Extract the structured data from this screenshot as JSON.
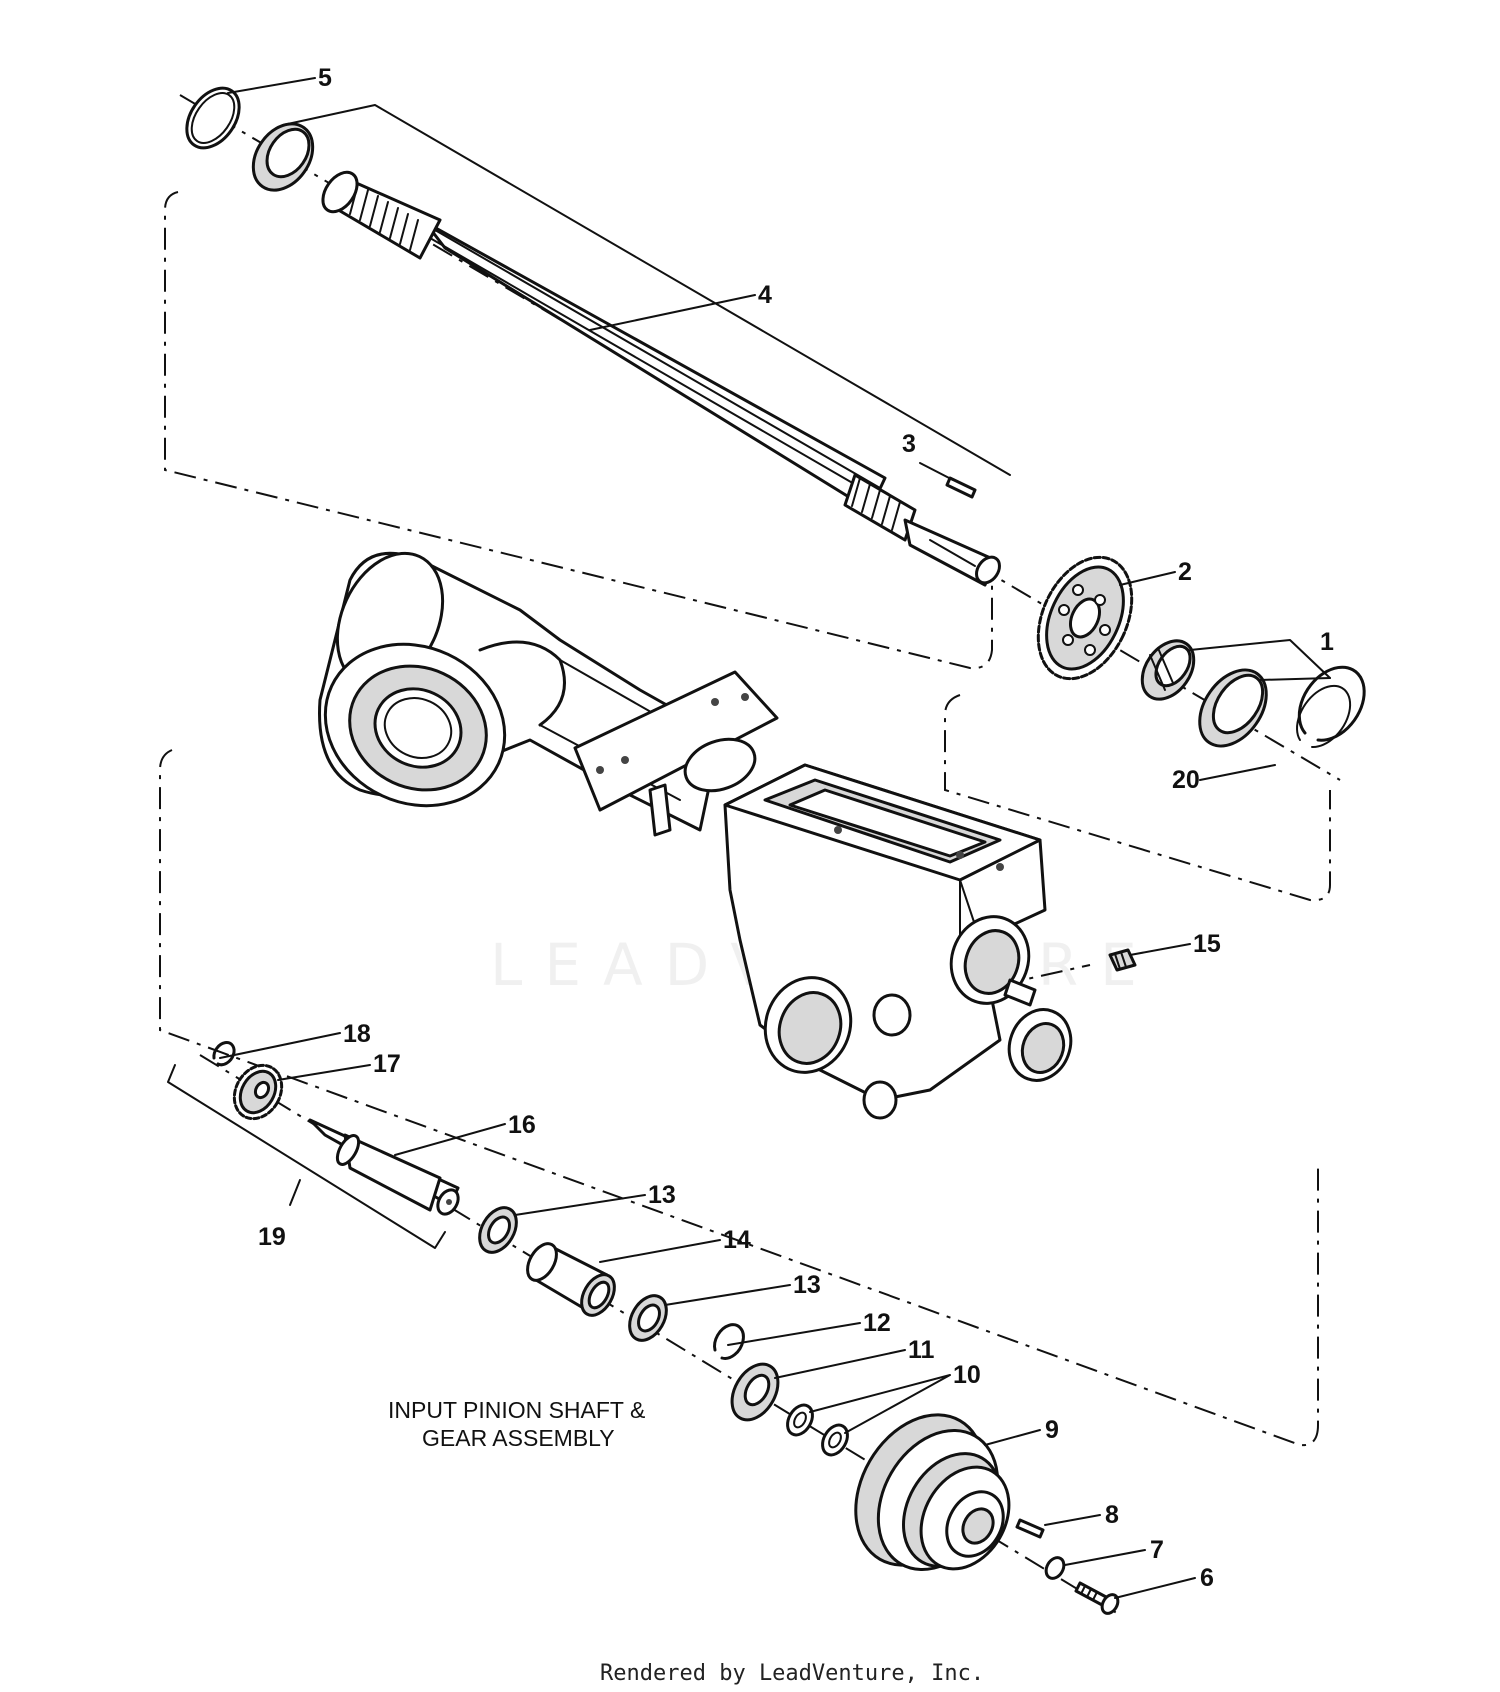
{
  "callouts": [
    {
      "id": "5",
      "label": "5"
    },
    {
      "id": "4",
      "label": "4"
    },
    {
      "id": "3",
      "label": "3"
    },
    {
      "id": "2",
      "label": "2"
    },
    {
      "id": "1",
      "label": "1"
    },
    {
      "id": "20",
      "label": "20"
    },
    {
      "id": "15",
      "label": "15"
    },
    {
      "id": "18",
      "label": "18"
    },
    {
      "id": "17",
      "label": "17"
    },
    {
      "id": "16",
      "label": "16"
    },
    {
      "id": "19",
      "label": "19"
    },
    {
      "id": "13a",
      "label": "13"
    },
    {
      "id": "14",
      "label": "14"
    },
    {
      "id": "13b",
      "label": "13"
    },
    {
      "id": "12",
      "label": "12"
    },
    {
      "id": "11",
      "label": "11"
    },
    {
      "id": "10",
      "label": "10"
    },
    {
      "id": "9",
      "label": "9"
    },
    {
      "id": "8",
      "label": "8"
    },
    {
      "id": "7",
      "label": "7"
    },
    {
      "id": "6",
      "label": "6"
    }
  ],
  "caption": {
    "line1": "INPUT PINION SHAFT &",
    "line2": "GEAR ASSEMBLY"
  },
  "watermark": "LEADVENTURE",
  "footer": "Rendered by LeadVenture, Inc."
}
